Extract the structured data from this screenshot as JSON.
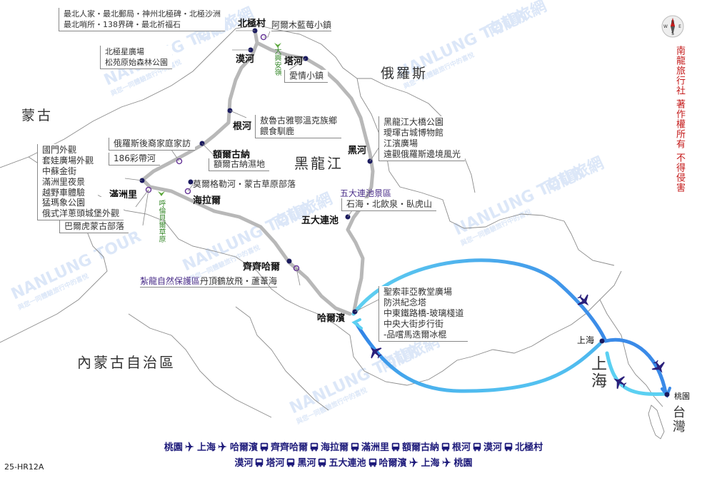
{
  "regions": {
    "mongolia": "蒙古",
    "russia": "俄羅斯",
    "heilongjiang": "黑龍江",
    "inner_mongolia": "內蒙古自治區",
    "shanghai": "上海",
    "taiwan": "台灣"
  },
  "cities": {
    "beijicun": "北極村",
    "mohe": "漠河",
    "tahe": "塔河",
    "genhe": "根河",
    "erguna": "額爾古納",
    "heihe": "黑河",
    "manzhouli": "滿洲里",
    "hailaer": "海拉爾",
    "wudalianchi": "五大連池",
    "qiqihar": "齊齊哈爾",
    "harbin": "哈爾濱",
    "shanghai_city": "上海",
    "taoyuan": "桃園"
  },
  "info_boxes": {
    "beijicun": [
      "最北人家・最北郵局・神州北極碑・北極沙洲",
      "最北哨所・138界碑・最北祈福石"
    ],
    "mohe": [
      "北極星廣場",
      "松苑原始森林公園"
    ],
    "arctic_town": "阿爾木藍莓小鎮",
    "tahe": "愛情小鎮",
    "genhe": [
      "敖魯古雅鄂溫克族鄉",
      "餵食馴鹿"
    ],
    "heihe": [
      "黑龍江大橋公園",
      "璦琿古城博物館",
      "江濱廣場",
      "遠觀俄羅斯邊境風光"
    ],
    "russian_family": "俄羅斯後裔家庭家訪",
    "rainbow_road": "186彩帶河",
    "erguna": "額爾古納濕地",
    "manzhouli": [
      "國門外觀",
      "套娃廣場外觀",
      "中蘇金街",
      "滿洲里夜景",
      "越野車體驗"
    ],
    "mergel": "莫爾格勒河・蒙古草原部落",
    "manzhouli_2": [
      "猛瑪象公園",
      "俄式洋蔥頭城堡外觀"
    ],
    "barhu": "巴爾虎蒙古部落",
    "wudalianchi_title": "五大連池景區",
    "wudalianchi": "石海・北飲泉・臥虎山",
    "zhalong": "紮龍自然保護區",
    "zhalong_detail": "丹頂鶴放飛・蘆葦海",
    "harbin": [
      "聖索菲亞教堂廣場",
      "防洪紀念塔",
      "中東鐵路橋-玻璃棧道",
      "中央大街步行街",
      "-品嚐馬迭爾冰棍"
    ]
  },
  "mountains": {
    "daxinganling": "大興安嶺",
    "hulunbuir": "呼倫貝爾草原"
  },
  "copyright": "南龍旅行社 著作權所有 不得侵害",
  "compass": {
    "n": "N",
    "s": "S",
    "e": "E",
    "w": "W"
  },
  "watermark": {
    "brand": "南龍旅網",
    "english": "NANLUNG TOUR",
    "slogan": "與您一同體驗旅行中的喜悅"
  },
  "itinerary": {
    "line1": [
      {
        "place": "桃園",
        "mode": "plane"
      },
      {
        "place": "上海",
        "mode": "plane"
      },
      {
        "place": "哈爾濱",
        "mode": "bus"
      },
      {
        "place": "齊齊哈爾",
        "mode": "bus"
      },
      {
        "place": "海拉爾",
        "mode": "bus"
      },
      {
        "place": "滿洲里",
        "mode": "bus"
      },
      {
        "place": "額爾古納",
        "mode": "bus"
      },
      {
        "place": "根河",
        "mode": "bus"
      },
      {
        "place": "漠河",
        "mode": "bus"
      },
      {
        "place": "北極村",
        "mode": ""
      }
    ],
    "line2": [
      {
        "place": "漠河",
        "mode": "bus"
      },
      {
        "place": "塔河",
        "mode": "bus"
      },
      {
        "place": "黑河",
        "mode": "bus"
      },
      {
        "place": "五大連池",
        "mode": "bus"
      },
      {
        "place": "哈爾濱",
        "mode": "plane"
      },
      {
        "place": "上海",
        "mode": "plane"
      },
      {
        "place": "桃園",
        "mode": ""
      }
    ]
  },
  "code": "25-HR12A",
  "colors": {
    "route": "#b8b8b8",
    "flight": "#5db2ec",
    "plane": "#2a1f7a",
    "city_dot": "#1a1a5e",
    "copyright": "#c41a1a",
    "itinerary": "#1d1a7a",
    "border": "#8a8a8a"
  }
}
